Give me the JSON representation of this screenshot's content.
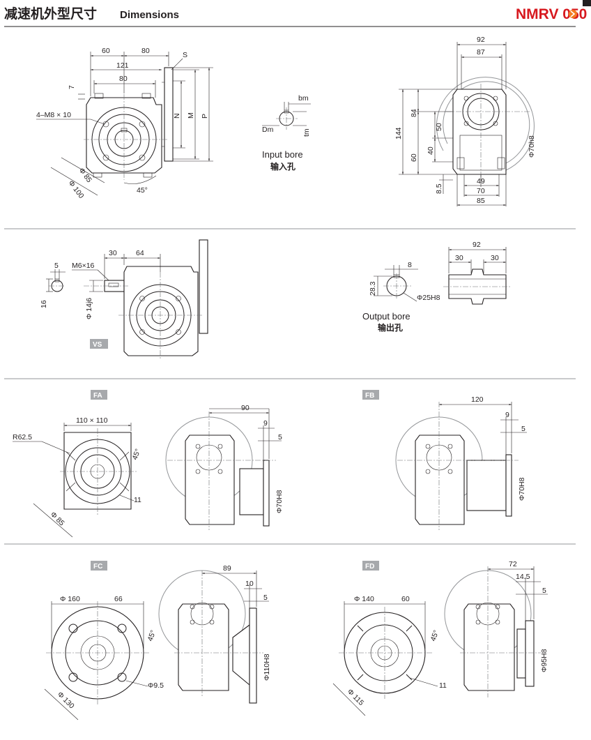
{
  "header": {
    "title_cn": "减速机外型尺寸",
    "title_en": "Dimensions",
    "model": "NMRV 050"
  },
  "colors": {
    "model_red": "#d7191f",
    "accent_orange": "#f47b20",
    "rule_gray": "#939598"
  },
  "section1": {
    "front": {
      "d60": "60",
      "d80a": "80",
      "d121": "121",
      "d80b": "80",
      "s": "S",
      "d7": "7",
      "holes": "4–M8 × 10",
      "n": "N",
      "m": "M",
      "p": "P",
      "phi85": "Φ 85",
      "phi100": "Φ 100",
      "deg45": "45°"
    },
    "input_bore": {
      "bm": "bm",
      "dm": "Dm",
      "tm": "tm",
      "label_en": "Input bore",
      "label_cn": "输入孔"
    },
    "side": {
      "d92": "92",
      "d87": "87",
      "d144": "144",
      "d84": "84",
      "d60": "60",
      "d50": "50",
      "d40": "40",
      "d8_5": "8.5",
      "d49": "49",
      "d70": "70",
      "d85": "85",
      "phi70h8": "Φ70h8"
    }
  },
  "section2": {
    "vs": {
      "d5": "5",
      "m6": "M6×16",
      "d30": "30",
      "d64": "64",
      "d16": "16",
      "phi14": "Φ 14j6",
      "tag": "VS"
    },
    "output_bore": {
      "d92": "92",
      "d30a": "30",
      "d30b": "30",
      "d8": "8",
      "d28_3": "28.3",
      "phi25": "Φ25H8",
      "label_en": "Output bore",
      "label_cn": "输出孔"
    }
  },
  "fa": {
    "tag": "FA",
    "sq": "110 × 110",
    "r": "R62.5",
    "deg45": "45°",
    "d11": "11",
    "phi85": "Φ 85",
    "d90": "90",
    "d9": "9",
    "d5": "5",
    "phi70": "Φ70H8"
  },
  "fb": {
    "tag": "FB",
    "d120": "120",
    "d9": "9",
    "d5": "5",
    "phi70": "Φ70H8"
  },
  "fc": {
    "tag": "FC",
    "phi160": "Φ 160",
    "d66": "66",
    "deg45": "45°",
    "phi9_5": "Φ9.5",
    "phi130": "Φ 130",
    "d89": "89",
    "d10": "10",
    "d5": "5",
    "phi110": "Φ110H8"
  },
  "fd": {
    "tag": "FD",
    "phi140": "Φ 140",
    "d60": "60",
    "deg45": "45°",
    "d11": "11",
    "phi115": "Φ 115",
    "d72": "72",
    "d14_5": "14.5",
    "d5": "5",
    "phi95": "Φ95H8"
  }
}
